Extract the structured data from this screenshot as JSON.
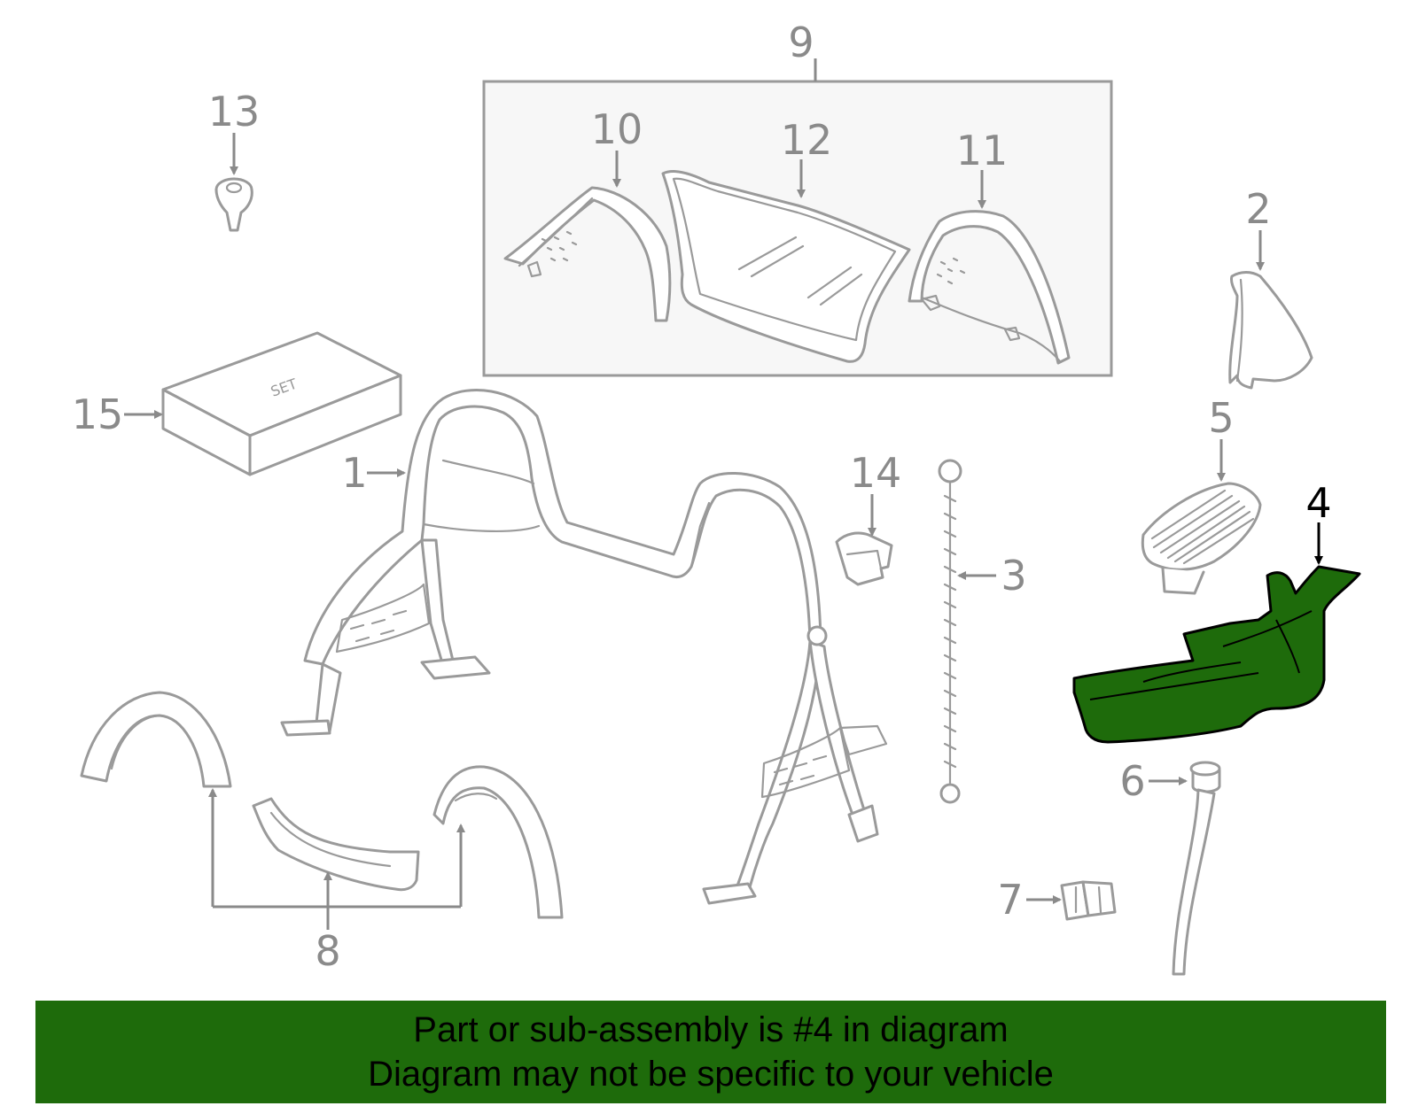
{
  "callouts": {
    "c1": "1",
    "c2": "2",
    "c3": "3",
    "c4": "4",
    "c5": "5",
    "c6": "6",
    "c7": "7",
    "c8": "8",
    "c9": "9",
    "c10": "10",
    "c11": "11",
    "c12": "12",
    "c13": "13",
    "c14": "14",
    "c15": "15"
  },
  "highlighted_part": "4",
  "box_label": "SET",
  "banner": {
    "line1": "Part or sub-assembly is #4 in diagram",
    "line2": "Diagram may not be specific to your vehicle"
  },
  "colors": {
    "highlight": "#1e6b0b",
    "line": "#9a9a9a",
    "background": "#ffffff"
  }
}
